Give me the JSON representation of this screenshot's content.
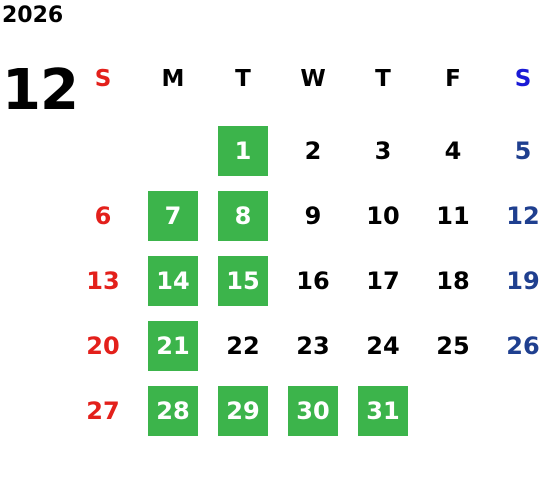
{
  "year": "2026",
  "month": "12",
  "weekdays": [
    "S",
    "M",
    "T",
    "W",
    "T",
    "F",
    "S"
  ],
  "colors": {
    "sunday": "#e3201b",
    "saturday_header": "#1a1ad6",
    "saturday": "#1f3f8f",
    "weekday": "#000000",
    "highlight_bg": "#3cb44b",
    "highlight_text": "#ffffff"
  },
  "first_weekday_index": 2,
  "days": [
    "1",
    "2",
    "3",
    "4",
    "5",
    "6",
    "7",
    "8",
    "9",
    "10",
    "11",
    "12",
    "13",
    "14",
    "15",
    "16",
    "17",
    "18",
    "19",
    "20",
    "21",
    "22",
    "23",
    "24",
    "25",
    "26",
    "27",
    "28",
    "29",
    "30",
    "31"
  ],
  "highlighted_days": [
    "1",
    "7",
    "8",
    "14",
    "15",
    "21",
    "28",
    "29",
    "30",
    "31"
  ]
}
